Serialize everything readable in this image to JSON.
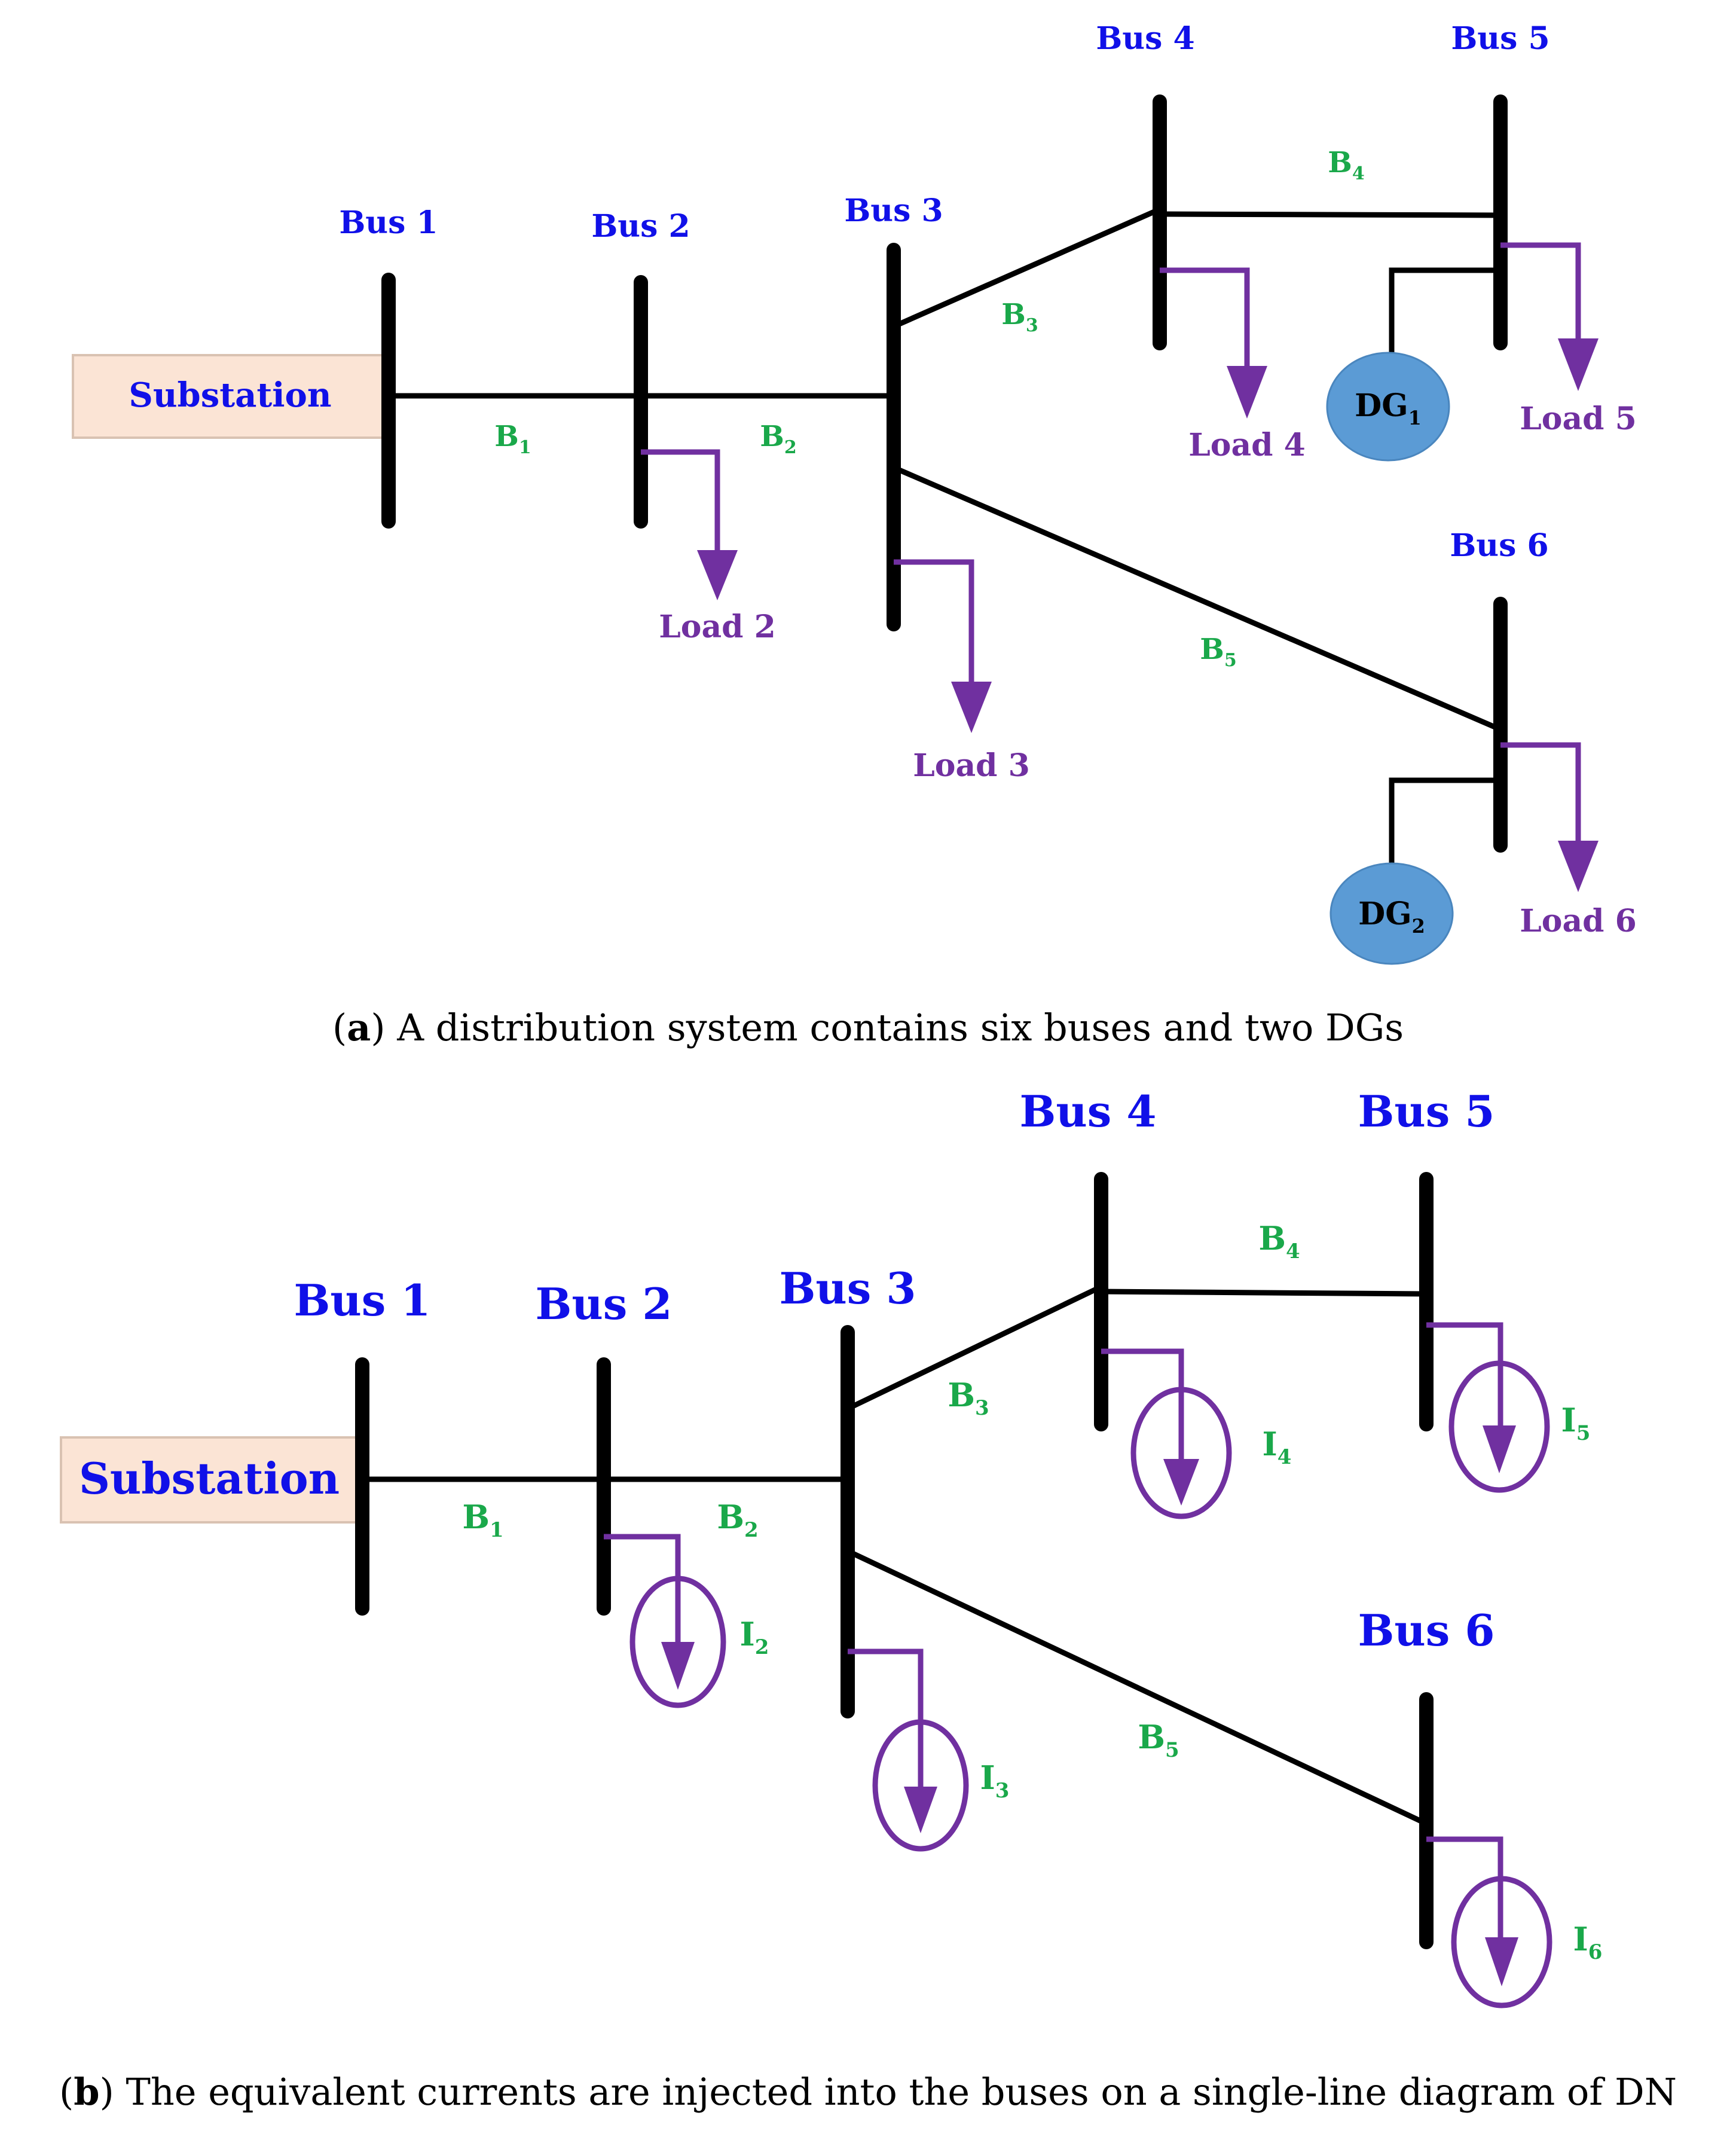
{
  "panel_a": {
    "substation": "Substation",
    "buses": [
      "Bus 1",
      "Bus 2",
      "Bus 3",
      "Bus 4",
      "Bus 5",
      "Bus 6"
    ],
    "branches": [
      {
        "main": "B",
        "sub": "1"
      },
      {
        "main": "B",
        "sub": "2"
      },
      {
        "main": "B",
        "sub": "3"
      },
      {
        "main": "B",
        "sub": "4"
      },
      {
        "main": "B",
        "sub": "5"
      }
    ],
    "loads": [
      "Load 2",
      "Load 3",
      "Load 4",
      "Load 5",
      "Load 6"
    ],
    "dgs": [
      {
        "main": "DG",
        "sub": "1"
      },
      {
        "main": "DG",
        "sub": "2"
      }
    ],
    "caption_letter": "a",
    "caption_text": " A distribution system contains six buses and two DGs"
  },
  "panel_b": {
    "substation": "Substation",
    "buses": [
      "Bus 1",
      "Bus 2",
      "Bus 3",
      "Bus 4",
      "Bus 5",
      "Bus 6"
    ],
    "branches": [
      {
        "main": "B",
        "sub": "1"
      },
      {
        "main": "B",
        "sub": "2"
      },
      {
        "main": "B",
        "sub": "3"
      },
      {
        "main": "B",
        "sub": "4"
      },
      {
        "main": "B",
        "sub": "5"
      }
    ],
    "currents": [
      {
        "main": "I",
        "sub": "2"
      },
      {
        "main": "I",
        "sub": "3"
      },
      {
        "main": "I",
        "sub": "4"
      },
      {
        "main": "I",
        "sub": "5"
      },
      {
        "main": "I",
        "sub": "6"
      }
    ],
    "caption_letter": "b",
    "caption_text": " The equivalent currents are injected into the buses on a single-line diagram of DN"
  },
  "colors": {
    "bus_text": "#1010e8",
    "branch_text": "#1aa84a",
    "load": "#7030a0",
    "dg_fill": "#5b9bd5",
    "substation_fill": "#fbe4d5"
  },
  "icons": [
    "busbar",
    "arrow-down-icon",
    "current-source-icon",
    "dg-circle-icon"
  ]
}
